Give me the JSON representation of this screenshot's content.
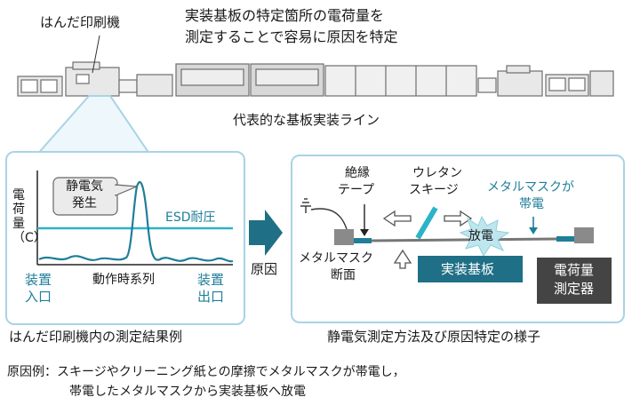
{
  "header": {
    "solder_printer_label": "はんだ印刷機",
    "headline_line1": "実装基板の特定箇所の電荷量を",
    "headline_line2": "測定することで容易に原因を特定",
    "line_caption": "代表的な基板実装ライン"
  },
  "left_panel": {
    "y_axis_label": "電荷量（C）",
    "bubble_line1": "静電気",
    "bubble_line2": "発生",
    "esd_label": "ESD耐圧",
    "x_left_line1": "装置",
    "x_left_line2": "入口",
    "x_center": "動作時系列",
    "x_right_line1": "装置",
    "x_right_line2": "出口",
    "caption": "はんだ印刷機内の測定結果例"
  },
  "middle": {
    "arrow_label": "原因"
  },
  "right_panel": {
    "insulation_tape_line1": "絶縁",
    "insulation_tape_line2": "テープ",
    "squeegee_line1": "ウレタン",
    "squeegee_line2": "スキージ",
    "metal_mask_charged_line1": "メタルマスクが",
    "metal_mask_charged_line2": "帯電",
    "discharge": "放電",
    "metal_mask_section_line1": "メタルマスク",
    "metal_mask_section_line2": "断面",
    "board_label": "実装基板",
    "meter_line1": "電荷量",
    "meter_line2": "測定器",
    "caption": "静電気測定方法及び原因特定の様子"
  },
  "footer": {
    "line1": "原因例：スキージやクリーニング紙との摩擦でメタルマスクが帯電し，",
    "line2": "帯電したメタルマスクから実装基板へ放電"
  },
  "colors": {
    "teal": "#1f7e9a",
    "panel_border": "#a9d3e6",
    "esd_line": "#2bb3c9",
    "dark_box": "#444444",
    "discharge_star": "#bfe6ee"
  }
}
